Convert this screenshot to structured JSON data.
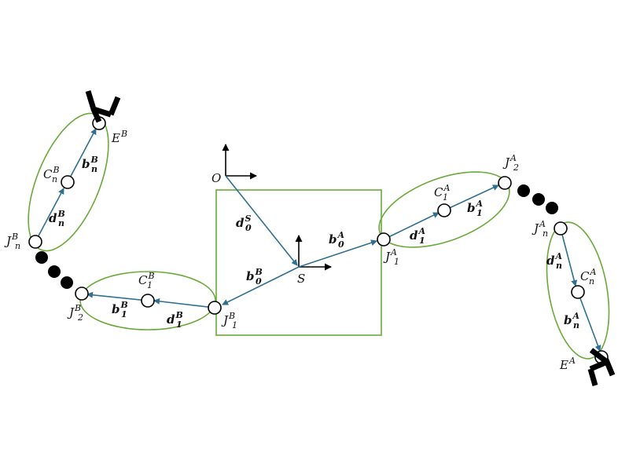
{
  "colors": {
    "link_outline": "#6aaa3a",
    "vector": "#2f6f8f",
    "frame_axes": "#000000"
  },
  "icons": {
    "end_effector": "gripper-icon",
    "joint": "circle-joint-icon",
    "ellipsis": "three-dots-icon"
  },
  "labels": {
    "O": {
      "base": "O",
      "sub": "",
      "sup": ""
    },
    "S": {
      "base": "S",
      "sub": "",
      "sup": ""
    },
    "d0S": {
      "base": "d",
      "sub": "0",
      "sup": "S"
    },
    "b0A": {
      "base": "b",
      "sub": "0",
      "sup": "A"
    },
    "b0B": {
      "base": "b",
      "sub": "0",
      "sup": "B"
    },
    "J1A": {
      "base": "J",
      "sub": "1",
      "sup": "A"
    },
    "J2A": {
      "base": "J",
      "sub": "2",
      "sup": "A"
    },
    "JnA": {
      "base": "J",
      "sub": "n",
      "sup": "A"
    },
    "C1A": {
      "base": "C",
      "sub": "1",
      "sup": "A"
    },
    "CnA": {
      "base": "C",
      "sub": "n",
      "sup": "A"
    },
    "d1A": {
      "base": "d",
      "sub": "1",
      "sup": "A"
    },
    "b1A": {
      "base": "b",
      "sub": "1",
      "sup": "A"
    },
    "dnA": {
      "base": "d",
      "sub": "n",
      "sup": "A"
    },
    "bnA": {
      "base": "b",
      "sub": "n",
      "sup": "A"
    },
    "EA": {
      "base": "E",
      "sub": "",
      "sup": "A"
    },
    "J1B": {
      "base": "J",
      "sub": "1",
      "sup": "B"
    },
    "J2B": {
      "base": "J",
      "sub": "2",
      "sup": "B"
    },
    "JnB": {
      "base": "J",
      "sub": "n",
      "sup": "B"
    },
    "C1B": {
      "base": "C",
      "sub": "1",
      "sup": "B"
    },
    "CnB": {
      "base": "C",
      "sub": "n",
      "sup": "B"
    },
    "d1B": {
      "base": "d",
      "sub": "1",
      "sup": "B"
    },
    "b1B": {
      "base": "b",
      "sub": "1",
      "sup": "B"
    },
    "dnB": {
      "base": "d",
      "sub": "n",
      "sup": "B"
    },
    "bnB": {
      "base": "b",
      "sub": "n",
      "sup": "B"
    },
    "EB": {
      "base": "E",
      "sub": "",
      "sup": "B"
    }
  }
}
